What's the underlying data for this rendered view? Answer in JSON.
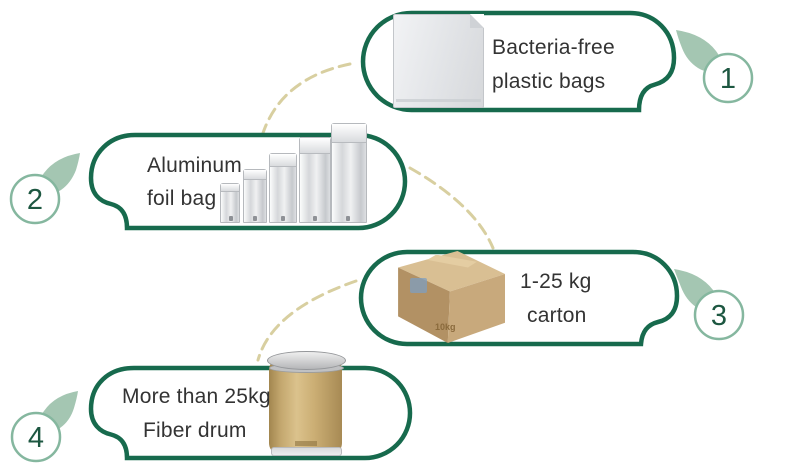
{
  "diagram": {
    "description": "Packaging options flow diagram with four numbered steps connected by dashed lines"
  },
  "items": [
    {
      "number": "1",
      "line1": "Bacteria-free",
      "line2": "plastic bags",
      "image": "plastic-bag"
    },
    {
      "number": "2",
      "line1": "Aluminum",
      "line2": "foil bag",
      "image": "aluminum-foil-bags"
    },
    {
      "number": "3",
      "line1": "1-25 kg",
      "line2": "carton",
      "image": "carton-box",
      "box_label": "10kg"
    },
    {
      "number": "4",
      "line1": "More than 25kg",
      "line2": "Fiber drum",
      "image": "fiber-drum"
    }
  ],
  "icons": [
    {
      "name": "leaf-pointer-icon",
      "meaning": "leaf-shaped callout pointing to step number"
    }
  ],
  "colors": {
    "border_green": "#176a4d",
    "leaf_sage": "#a4c6b2",
    "circle_ring": "#85b79f",
    "number_green": "#1d5741",
    "dash_tan": "#d8cfa0",
    "text": "#333333",
    "carton": "#c8a97c",
    "drum": "#c3a76e"
  }
}
